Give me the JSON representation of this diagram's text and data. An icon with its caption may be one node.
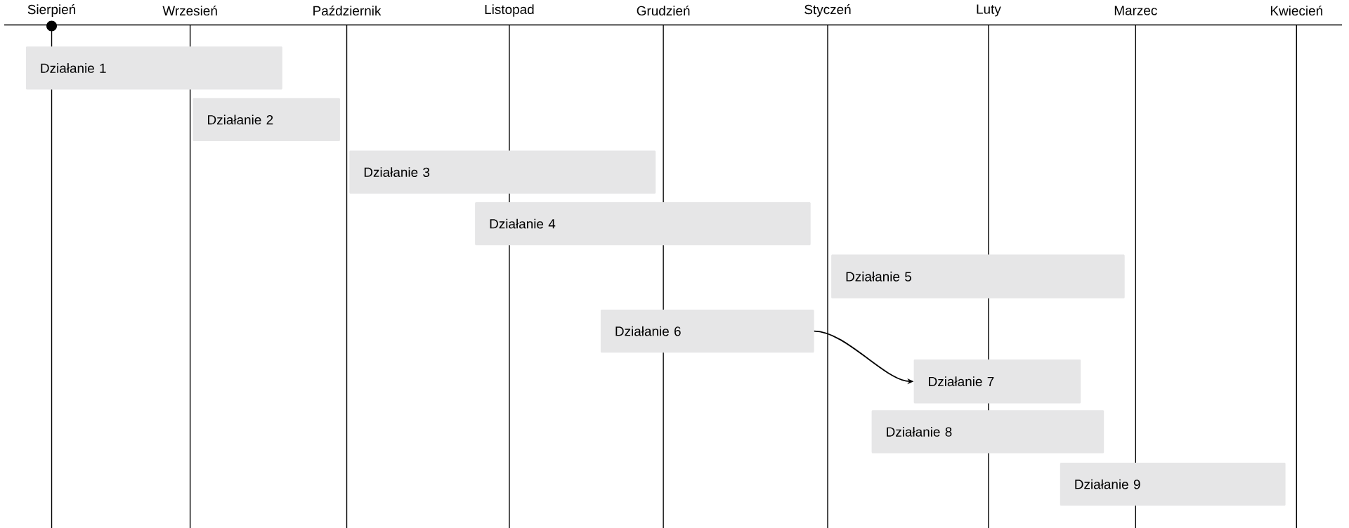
{
  "diagram": {
    "nodes": [
      {
        "text": [
          "Działanie 1"
        ]
      },
      {
        "text": [
          "Działanie 2"
        ]
      },
      {
        "text": [
          "Działanie 3"
        ]
      },
      {
        "text": [
          "Działanie 4"
        ]
      },
      {
        "text": [
          "Działanie 5"
        ]
      },
      {
        "text": [
          "Działanie 6"
        ]
      },
      {
        "text": [
          "Działanie 7"
        ]
      },
      {
        "text": [
          "Działanie 8"
        ]
      },
      {
        "text": [
          "Działanie 9"
        ]
      }
    ],
    "edges": [
      {
        "from": 5,
        "to": 6,
        "arrow": "to"
      }
    ],
    "labels": [
      "Sierpień",
      "Wrzesień",
      "Październik",
      "Listopad",
      "Grudzień",
      "Styczeń",
      "Luty",
      "Marzec",
      "Kwiecień"
    ]
  }
}
